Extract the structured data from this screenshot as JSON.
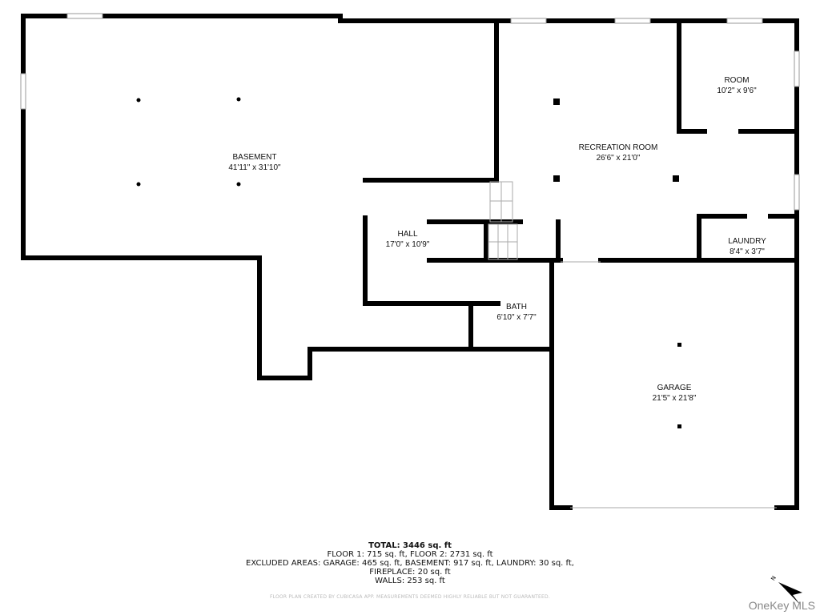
{
  "rooms": [
    {
      "name": "BASEMENT",
      "size": "41'11\" x 31'10\""
    },
    {
      "name": "RECREATION ROOM",
      "size": "26'6\" x 21'0\""
    },
    {
      "name": "ROOM",
      "size": "10'2\" x 9'6\""
    },
    {
      "name": "HALL",
      "size": "17'0\" x 10'9\""
    },
    {
      "name": "LAUNDRY",
      "size": "8'4\" x 3'7\""
    },
    {
      "name": "BATH",
      "size": "6'10\" x 7'7\""
    },
    {
      "name": "GARAGE",
      "size": "21'5\" x 21'8\""
    }
  ],
  "summary": {
    "total": "TOTAL: 3446 sq. ft",
    "floors": "FLOOR 1: 715 sq. ft, FLOOR 2: 2731 sq. ft",
    "excluded": "EXCLUDED AREAS: GARAGE: 465 sq. ft, BASEMENT: 917 sq. ft, LAUNDRY: 30 sq. ft,",
    "fireplace": "FIREPLACE: 20 sq. ft",
    "walls": "WALLS: 253 sq. ft"
  },
  "disclaimer": "FLOOR PLAN CREATED BY CUBICASA APP. MEASUREMENTS DEEMED HIGHLY RELIABLE BUT NOT GUARANTEED.",
  "compass": {
    "label": "N",
    "icon": "north-arrow-icon"
  },
  "brand": "OneKey MLS"
}
